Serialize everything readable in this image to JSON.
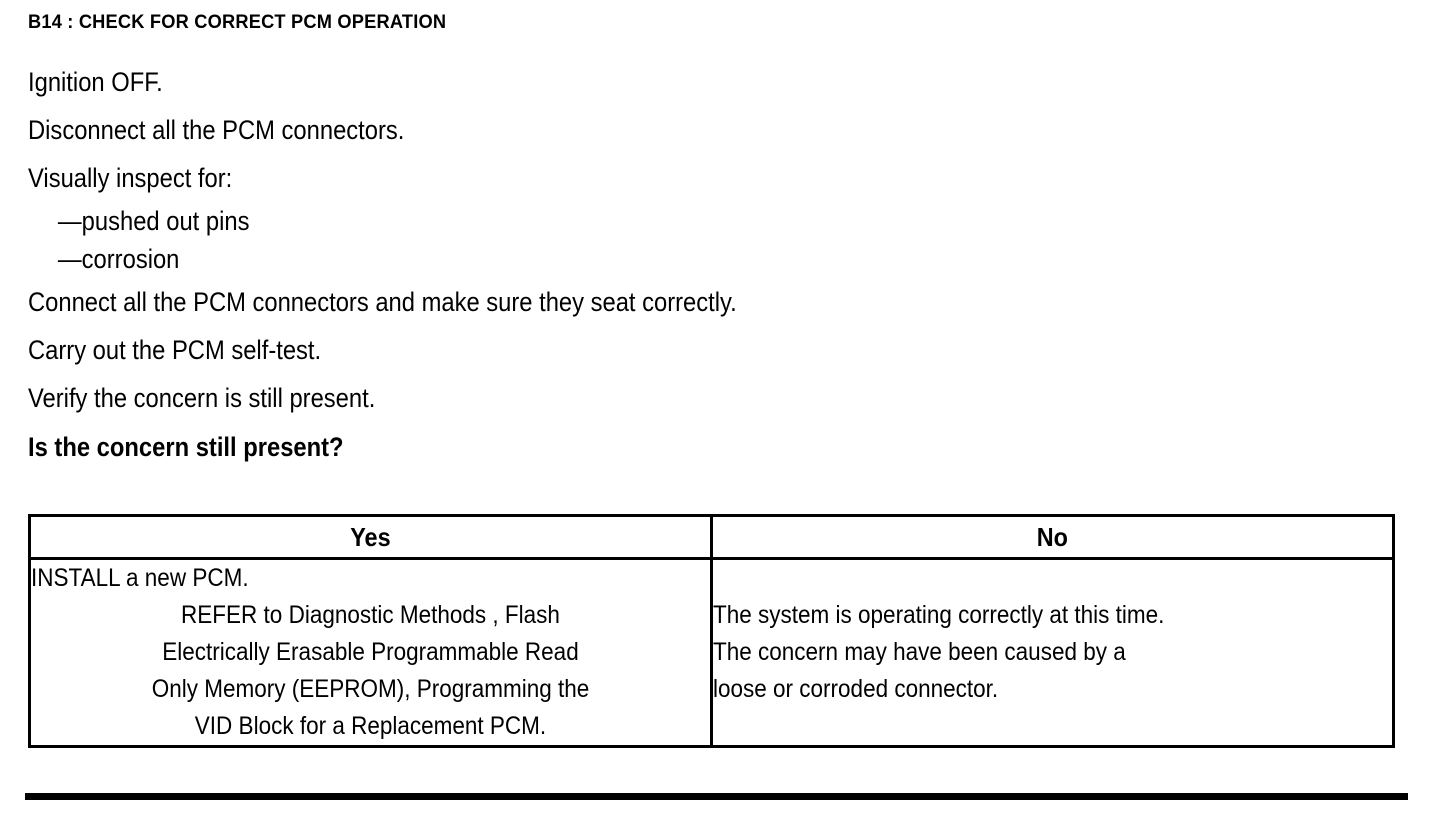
{
  "document": {
    "step_title": "B14 : CHECK FOR CORRECT PCM OPERATION",
    "instructions": [
      "Ignition OFF.",
      "Disconnect all the PCM connectors.",
      "Visually inspect for:"
    ],
    "inspect_items": [
      "—pushed out pins",
      "—corrosion"
    ],
    "instructions_after": [
      "Connect all the PCM connectors and make sure they seat correctly.",
      "Carry out the PCM self-test.",
      "Verify the concern is still present."
    ],
    "question": "Is the concern still present?"
  },
  "answer_table": {
    "headers": {
      "yes": "Yes",
      "no": "No"
    },
    "yes_cell_lines": [
      "INSTALL a new PCM.",
      "REFER to Diagnostic Methods , Flash",
      "Electrically Erasable Programmable Read",
      "Only Memory (EEPROM), Programming the",
      "VID Block for a Replacement PCM."
    ],
    "no_cell_lines": [
      "The system is operating correctly at this time.",
      "The concern may have been caused by a",
      "loose or corroded connector."
    ]
  },
  "style": {
    "ink_color": "#000000",
    "page_color": "#ffffff"
  }
}
